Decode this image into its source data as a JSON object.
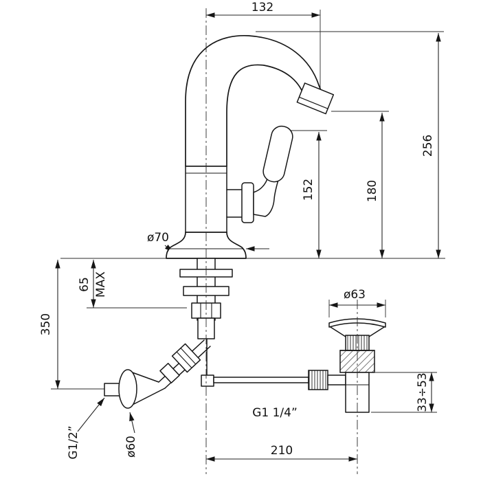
{
  "drawing": {
    "type": "faucet-installation-technical-drawing",
    "colors": {
      "ink": "#161616",
      "background": "#ffffff"
    },
    "dims": {
      "spout_reach": "132",
      "total_height": "256",
      "outlet_height": "180",
      "handle_height": "152",
      "base_dia": "ø70",
      "deck_max": "65",
      "deck_max_label": "MAX",
      "below_deck": "350",
      "waste_flange_dia": "ø63",
      "tail_range": "33÷53",
      "waste_thread": "G1  1/4”",
      "centre_distance": "210",
      "supply_thread": "G1/2”",
      "escutcheon_dia": "ø60"
    }
  }
}
